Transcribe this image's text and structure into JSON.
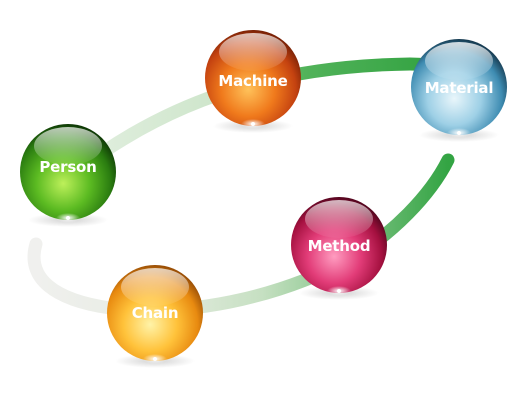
{
  "diagram": {
    "nodes": [
      {
        "id": "machine",
        "label": "Machine",
        "color": "#e8601a"
      },
      {
        "id": "material",
        "label": "Material",
        "color": "#4a9fc4"
      },
      {
        "id": "person",
        "label": "Person",
        "color": "#3f9a1e"
      },
      {
        "id": "method",
        "label": "Method",
        "color": "#d0245e"
      },
      {
        "id": "chain",
        "label": "Chain",
        "color": "#f0a020"
      }
    ],
    "track_color": "#3daa4a"
  }
}
